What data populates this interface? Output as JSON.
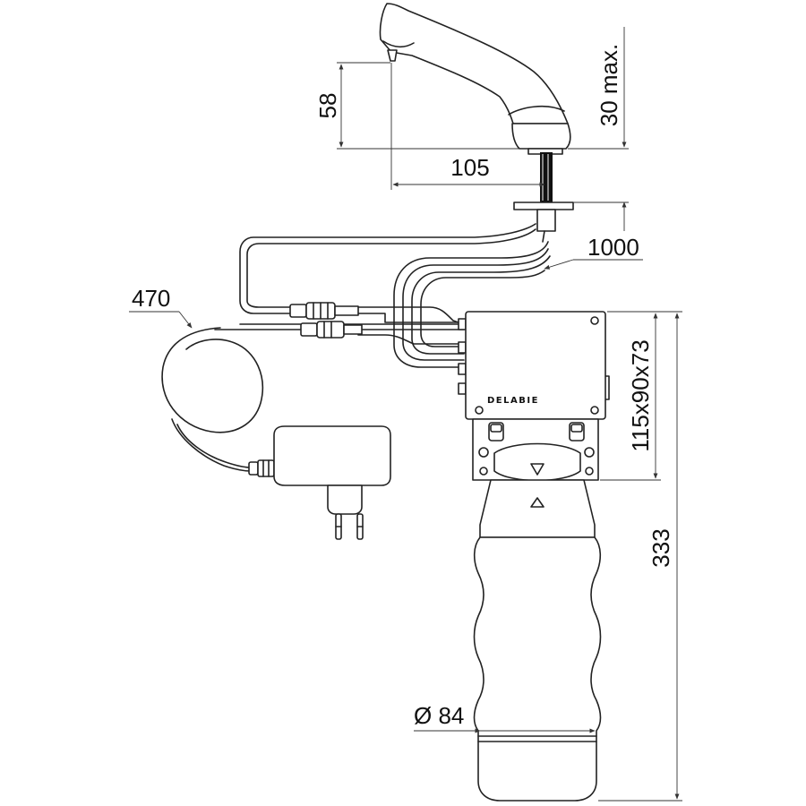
{
  "brand": "DELABIE",
  "dimensions": {
    "height_spout": "58",
    "height_max": "30 max.",
    "reach": "105",
    "cable_length": "1000",
    "power_cable": "470",
    "box_size": "115x90x73",
    "total_height": "333",
    "diameter": "Ø 84"
  }
}
